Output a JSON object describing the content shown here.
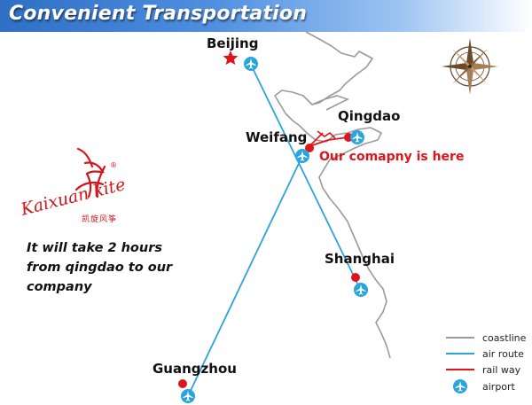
{
  "header": {
    "title": "Convenient Transportation"
  },
  "cities": [
    {
      "id": "beijing",
      "label": "Beijing"
    },
    {
      "id": "qingdao",
      "label": "Qingdao"
    },
    {
      "id": "weifang",
      "label": "Weifang"
    },
    {
      "id": "shanghai",
      "label": "Shanghai"
    },
    {
      "id": "guangzhou",
      "label": "Guangzhou"
    }
  ],
  "annotation": "Our comapny is here",
  "logo": {
    "name": "Kaixuan kite",
    "registered": "®",
    "subtitle": "凯旋风筝"
  },
  "info_lines": [
    "It will take 2 hours",
    "from qingdao to our",
    "company"
  ],
  "legend": [
    {
      "type": "coastline",
      "label": "coastline",
      "color": "#9a9a9a"
    },
    {
      "type": "air-route",
      "label": "air route",
      "color": "#2aa5dc"
    },
    {
      "type": "rail-way",
      "label": "rail way",
      "color": "#e0141b"
    },
    {
      "type": "airport",
      "label": "airport",
      "color": "#2aa5dc"
    }
  ],
  "colors": {
    "banner": "#3a7bd5",
    "air_route": "#2aa5dc",
    "rail": "#e0141b",
    "coastline": "#9a9a9a",
    "accent_red": "#e0141b"
  }
}
